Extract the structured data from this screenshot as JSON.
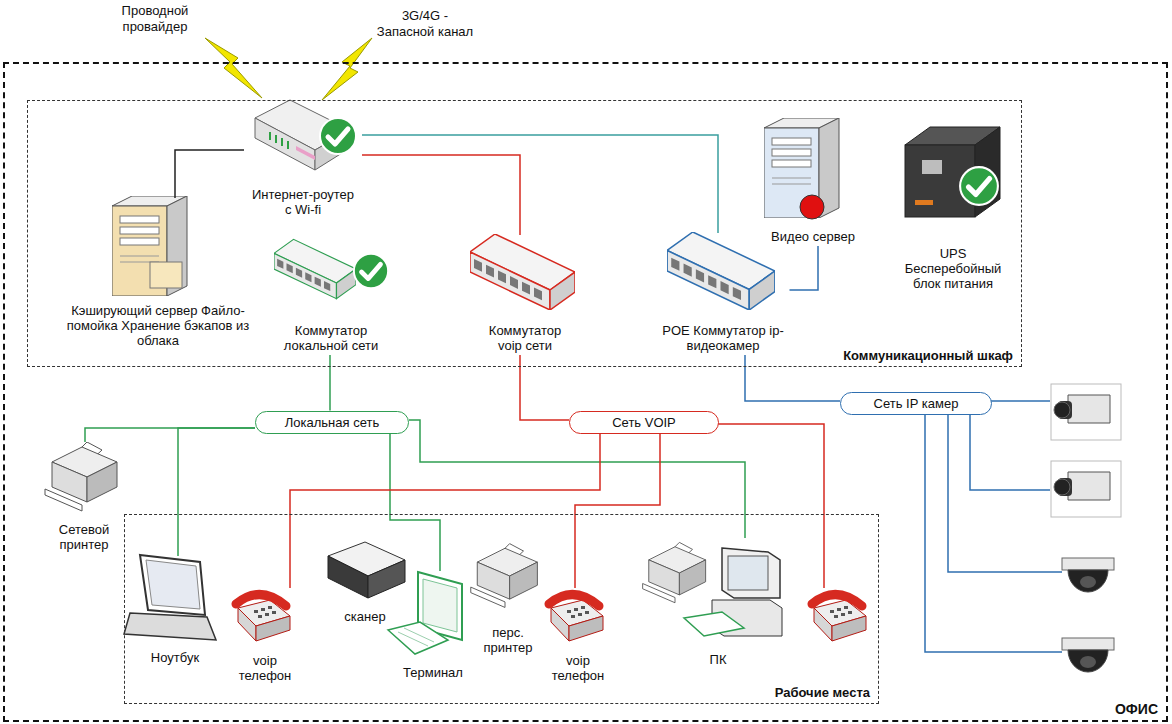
{
  "diagram": {
    "nodes": [
      {
        "text": [
          "ОФИС"
        ]
      },
      {
        "text": [
          "Коммуникационный шкаф"
        ],
        "in": 0
      },
      {
        "text": [
          "Интернет-роутер с Wi-fi"
        ],
        "in": 1
      },
      {
        "text": [
          "Кэширующий сервер Файло-помойка Хранение бэкапов из облака"
        ],
        "in": 1
      },
      {
        "text": [
          "Коммутатор локальной сети"
        ],
        "in": 1
      },
      {
        "text": [
          "Коммутатор voip сети"
        ],
        "in": 1
      },
      {
        "text": [
          "POE Коммутатор ip-видеокамер"
        ],
        "in": 1
      },
      {
        "text": [
          "Видео сервер"
        ],
        "in": 1
      },
      {
        "text": [
          "UPS Бесперебойный блок питания"
        ],
        "in": 1
      },
      {
        "text": [
          "Локальная сеть"
        ],
        "in": 0
      },
      {
        "text": [
          "Сеть VOIP"
        ],
        "in": 0
      },
      {
        "text": [
          "Сеть IP камер"
        ],
        "in": 0
      },
      {
        "text": [
          "Сетевой принтер"
        ],
        "in": 0
      },
      {
        "text": [
          "Рабочие места"
        ],
        "in": 0
      },
      {
        "text": [
          "Ноутбук"
        ],
        "in": 13
      },
      {
        "text": [
          "voip телефон"
        ],
        "in": 13
      },
      {
        "text": [
          "сканер"
        ],
        "in": 13
      },
      {
        "text": [
          "Терминал"
        ],
        "in": 13
      },
      {
        "text": [
          "перс. принтер"
        ],
        "in": 13
      },
      {
        "text": [
          "voip телефон"
        ],
        "in": 13
      },
      {
        "text": [
          "ПК"
        ],
        "in": 13
      }
    ],
    "edges": [
      {
        "from": 2,
        "to": 3,
        "arrow": "none"
      },
      {
        "from": 2,
        "to": 5,
        "arrow": "none"
      },
      {
        "from": 2,
        "to": 6,
        "arrow": "none"
      },
      {
        "from": 6,
        "to": 7,
        "arrow": "none"
      },
      {
        "from": 4,
        "to": 9,
        "arrow": "none"
      },
      {
        "from": 5,
        "to": 10,
        "arrow": "none"
      },
      {
        "from": 6,
        "to": 11,
        "arrow": "none"
      },
      {
        "from": 9,
        "to": 12,
        "arrow": "none"
      },
      {
        "from": 9,
        "to": 14,
        "arrow": "none"
      },
      {
        "from": 9,
        "to": 17,
        "arrow": "none"
      },
      {
        "from": 9,
        "to": 20,
        "arrow": "none"
      },
      {
        "from": 10,
        "to": 15,
        "arrow": "none"
      },
      {
        "from": 10,
        "to": 19,
        "arrow": "none"
      }
    ],
    "labels": [
      "Проводной провайдер",
      "3G/4G - Запасной канал"
    ]
  }
}
